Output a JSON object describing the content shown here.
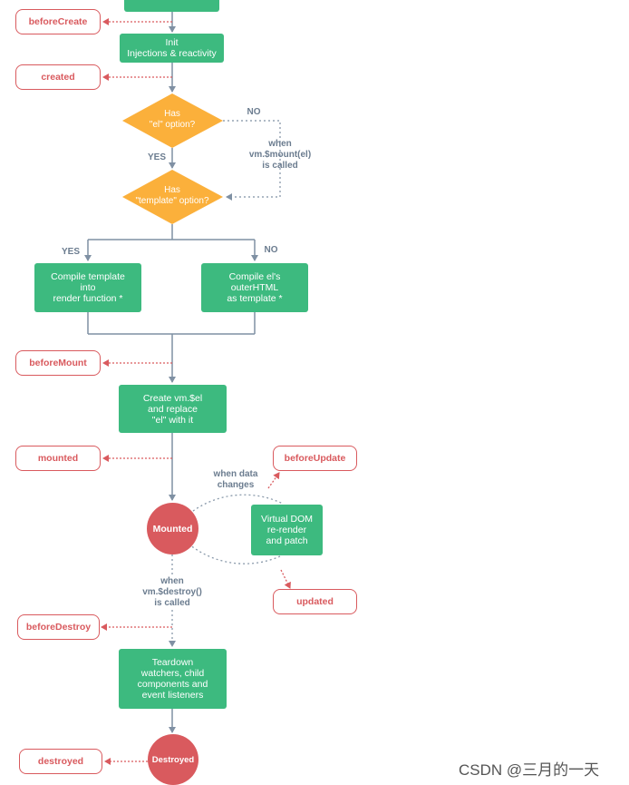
{
  "colors": {
    "green": "#3dba7f",
    "red": "#d95a5e",
    "orange": "#fbb03b",
    "line": "#7f90a3",
    "label": "#6b7c8f"
  },
  "boxes": {
    "init": "Init\nInjections & reactivity",
    "compile_template": "Compile template\ninto\nrender function *",
    "compile_el": "Compile el's\nouterHTML\nas template *",
    "create_el": "Create vm.$el\nand replace\n\"el\" with it",
    "virtual_dom": "Virtual DOM\nre-render\nand patch",
    "teardown": "Teardown\nwatchers, child\ncomponents and\nevent listeners"
  },
  "decisions": {
    "has_el": "Has\n\"el\" option?",
    "has_template": "Has\n\"template\" option?"
  },
  "hooks": {
    "before_create": "beforeCreate",
    "created": "created",
    "before_mount": "beforeMount",
    "mounted": "mounted",
    "before_update": "beforeUpdate",
    "updated": "updated",
    "before_destroy": "beforeDestroy",
    "destroyed": "destroyed"
  },
  "labels": {
    "no_top": "NO",
    "yes_top": "YES",
    "when_mount": "when\nvm.$mount(el)\nis called",
    "yes_template": "YES",
    "no_template": "NO",
    "when_data_changes": "when data\nchanges",
    "when_destroy": "when\nvm.$destroy()\nis called"
  },
  "states": {
    "mounted": "Mounted",
    "destroyed": "Destroyed"
  },
  "watermark": "CSDN @三月的一天"
}
